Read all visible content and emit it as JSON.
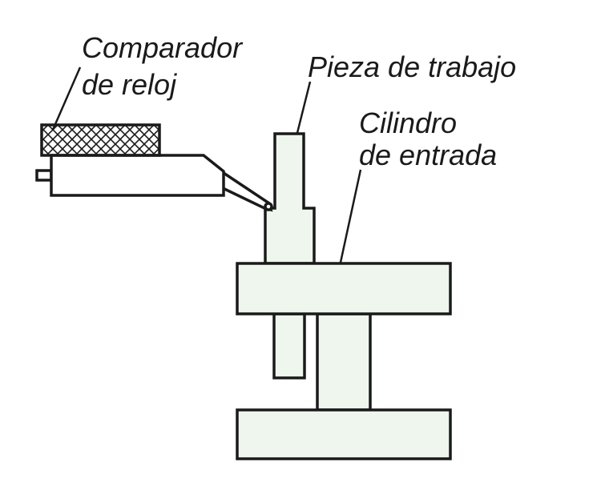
{
  "labels": {
    "dial_gauge": [
      "Comparador",
      "de reloj"
    ],
    "workpiece": "Pieza de trabajo",
    "input_cylinder": [
      "Cilindro",
      "de entrada"
    ]
  },
  "colors": {
    "outline": "#1a1a1a",
    "part_fill": "#eef6ee",
    "background": "#ffffff"
  }
}
